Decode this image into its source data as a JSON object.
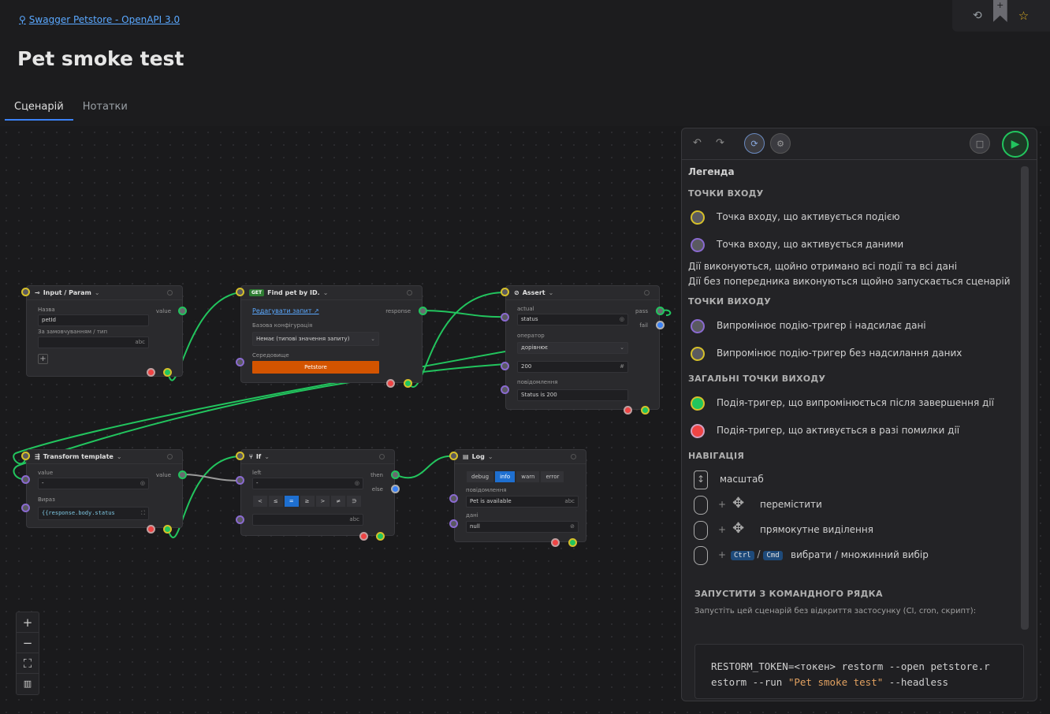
{
  "breadcrumb": "Swagger Petstore - OpenAPI 3.0",
  "page_title": "Pet smoke test",
  "tabs": [
    {
      "label": "Сценарій",
      "active": true
    },
    {
      "label": "Нотатки",
      "active": false
    }
  ],
  "nodes": {
    "input": {
      "title": "Input / Param",
      "name_label": "Назва",
      "name_value": "petId",
      "default_label": "За замовчуванням / тип",
      "value_label": "value"
    },
    "find": {
      "method": "GET",
      "title": "Find pet by ID.",
      "edit_link": "Редагувати запит",
      "base_config_label": "Базова конфігурація",
      "base_config_value": "Немає (типові значення запиту)",
      "env_label": "Середовище",
      "env_value": "Petstore",
      "response_label": "response"
    },
    "assert": {
      "title": "Assert",
      "actual_label": "actual",
      "actual_value": "status",
      "operator_label": "оператор",
      "operator_value": "дорівнює",
      "expected_value": "200",
      "message_label": "повідомлення",
      "message_value": "Status is 200",
      "pass_label": "pass",
      "fail_label": "fail"
    },
    "transform": {
      "title": "Transform template",
      "value_label": "value",
      "value_value": "-",
      "expr_label": "Вираз",
      "expr_value": "{{response.body.status",
      "out_label": "value"
    },
    "if": {
      "title": "If",
      "left_label": "left",
      "left_value": "-",
      "ops": [
        "<",
        "≤",
        "=",
        "≥",
        ">",
        "≠",
        "∋"
      ],
      "then_label": "then",
      "else_label": "else"
    },
    "log": {
      "title": "Log",
      "levels": [
        "debug",
        "info",
        "warn",
        "error"
      ],
      "selected_level": "info",
      "message_label": "повідомлення",
      "message_value": "Pet is available",
      "data_label": "дані",
      "data_value": "null"
    }
  },
  "legend": {
    "title": "Легенда",
    "entry_title": "ТОЧКИ ВХОДУ",
    "entry_event": "Точка входу, що активується подією",
    "entry_data": "Точка входу, що активується даними",
    "note1": "Дії виконуються, щойно отримано всі події та всі дані",
    "note2": "Дії без попередника виконуються щойно запускається сценарій",
    "exit_title": "ТОЧКИ ВИХОДУ",
    "exit_data": "Випромінює подію-тригер і надсилає дані",
    "exit_event": "Випромінює подію-тригер без надсилання даних",
    "general_title": "ЗАГАЛЬНІ ТОЧКИ ВИХОДУ",
    "general_ok": "Подія-тригер, що випромінюється після завершення дії",
    "general_err": "Подія-тригер, що активується в разі помилки дії",
    "nav_title": "НАВІГАЦІЯ",
    "nav_zoom": "масштаб",
    "nav_move": "перемістити",
    "nav_select": "прямокутне виділення",
    "nav_multi": "вибрати / множинний вибір",
    "kbd_ctrl": "Ctrl",
    "kbd_cmd": "Cmd"
  },
  "cli": {
    "title": "ЗАПУСТИТИ З КОМАНДНОГО РЯДКА",
    "desc": "Запустіть цей сценарій без відкриття застосунку (CI, cron, скрипт):",
    "line1": "RESTORM_TOKEN=<токен> restorm --open petstore.r",
    "line2_a": "estorm --run ",
    "line2_b": "\"Pet smoke test\"",
    "line2_c": " --headless"
  },
  "colors": {
    "accent": "#3b82f6",
    "ok": "#22c55e",
    "error": "#ef4444",
    "event_port": "#d6c02a",
    "data_port": "#8a6ad0",
    "env_button": "#d35400"
  }
}
